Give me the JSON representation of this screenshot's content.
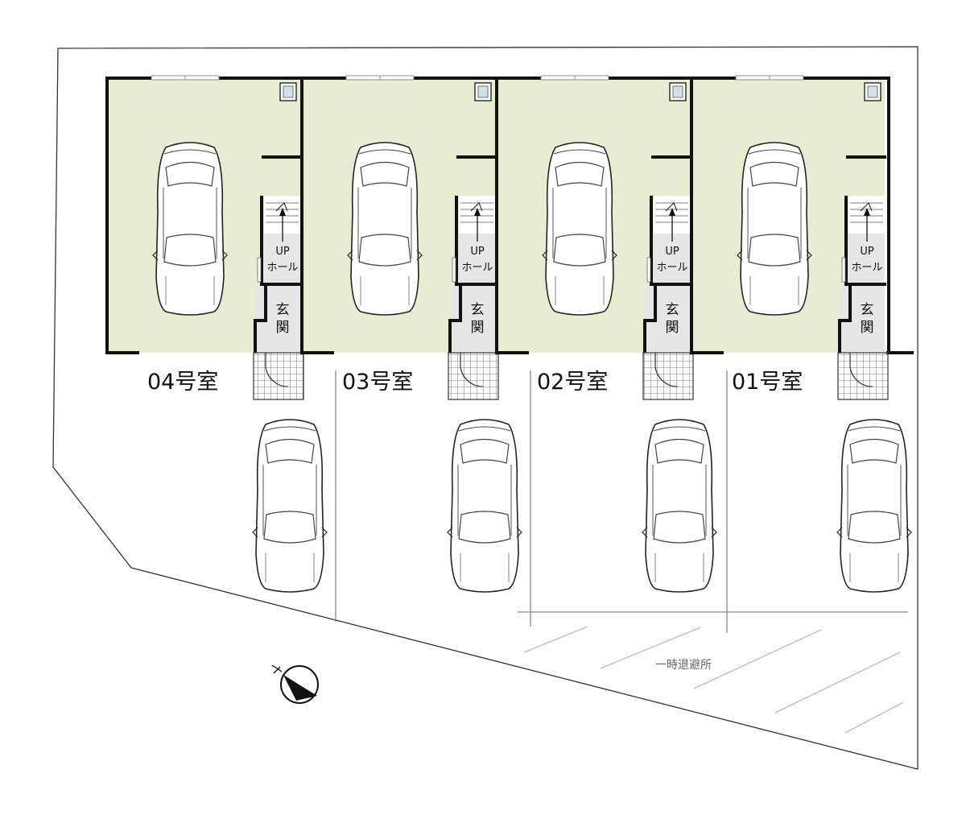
{
  "units": [
    {
      "label": "04号室",
      "stair_up": "UP",
      "hall": "ホール",
      "entrance_1": "玄",
      "entrance_2": "関"
    },
    {
      "label": "03号室",
      "stair_up": "UP",
      "hall": "ホール",
      "entrance_1": "玄",
      "entrance_2": "関"
    },
    {
      "label": "02号室",
      "stair_up": "UP",
      "hall": "ホール",
      "entrance_1": "玄",
      "entrance_2": "関"
    },
    {
      "label": "01号室",
      "stair_up": "UP",
      "hall": "ホール",
      "entrance_1": "玄",
      "entrance_2": "関"
    }
  ],
  "refuge_area": "一時退避所",
  "colors": {
    "garage_floor": "#e8edd2",
    "wall": "#111111",
    "site_line": "#333333",
    "parking_line": "#bbbbbb"
  },
  "icons": {
    "north": "north-arrow-icon",
    "car": "car-icon"
  }
}
